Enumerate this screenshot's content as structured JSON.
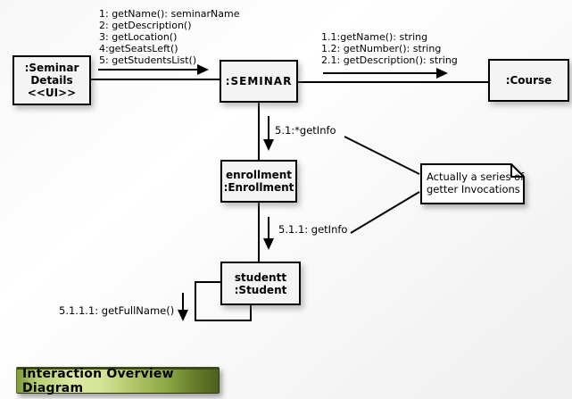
{
  "diagram_title": "Interaction Overview Diagram",
  "objects": {
    "seminar_details": {
      "name_line1": ":Seminar",
      "name_line2": "Details",
      "stereotype": "<<UI>>"
    },
    "seminar": {
      "name": ":SEMINAR"
    },
    "course": {
      "name": ":Course"
    },
    "enrollment": {
      "instance": "enrollment",
      "class": ":Enrollment"
    },
    "student": {
      "instance": "studentt",
      "class": ":Student"
    }
  },
  "messages": {
    "details_to_seminar": [
      "1: getName(): seminarName",
      "2: getDescription()",
      "3: getLocation()",
      "4:getSeatsLeft()",
      "5: getStudentsList()"
    ],
    "seminar_to_course": [
      "1.1:getName(): string",
      "1.2: getNumber(): string",
      "2.1: getDescription(): string"
    ],
    "seminar_to_enrollment": "5.1:*getInfo",
    "enrollment_to_student": "5.1.1: getInfo",
    "student_self": "5.1.1.1: getFullName()"
  },
  "note": {
    "line1": "Actually a series of",
    "line2": "getter Invocations"
  },
  "colors": {
    "line": "#000000",
    "box_fill": "#f4f4f4",
    "box_border": "#000000",
    "note_fill": "#ffffff",
    "title_green_dark": "#4d6120",
    "title_green_mid": "#7d9a36",
    "title_green_light": "#dce9a2",
    "title_text": "#000000"
  }
}
